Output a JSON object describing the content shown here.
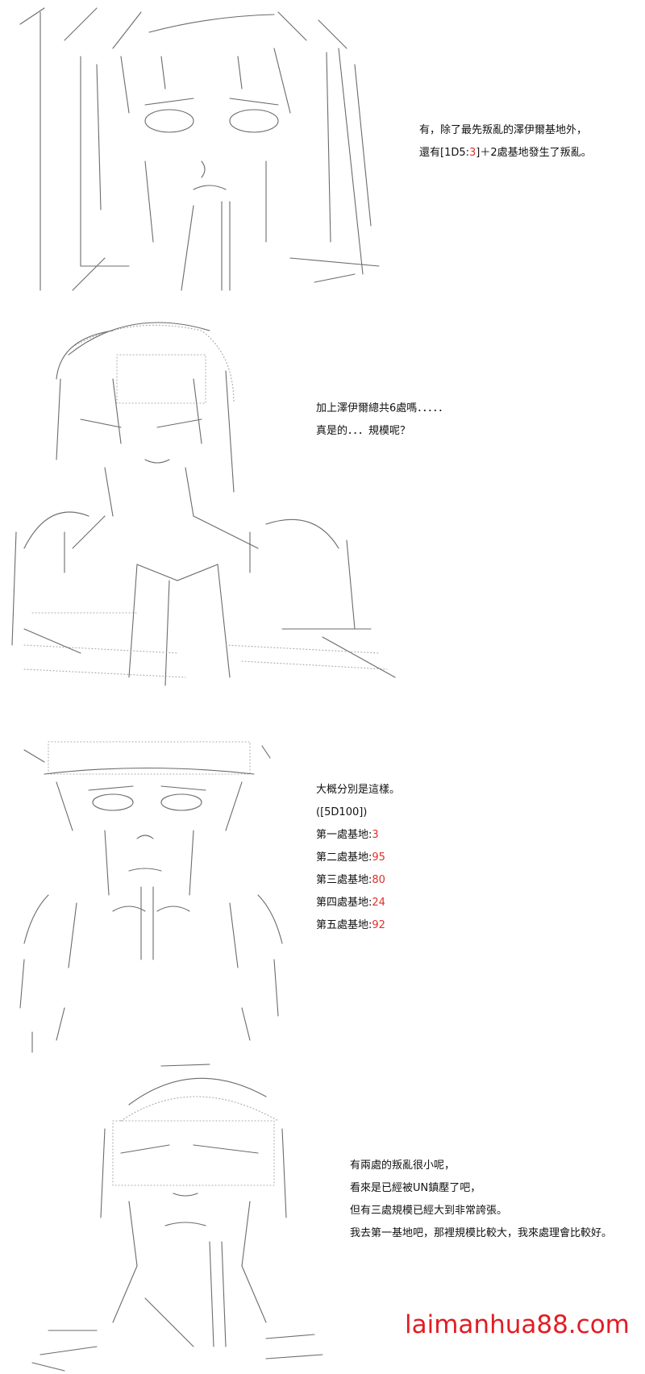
{
  "panel1": {
    "lines": [
      {
        "pre": "有，除了最先叛亂的澤伊爾基地外，"
      },
      {
        "pre": "還有[1D5:",
        "red": "3",
        "post": "]＋2處基地發生了叛亂。"
      }
    ]
  },
  "panel2": {
    "lines": [
      {
        "pre": "加上澤伊爾總共6處嗎．．．．．"
      },
      {
        "pre": "真是的．．．規模呢？"
      }
    ]
  },
  "panel3": {
    "lines": [
      {
        "pre": "大概分別是這樣。"
      },
      {
        "pre": "([5D100])"
      },
      {
        "pre": "第一處基地:",
        "red": "3"
      },
      {
        "pre": "第二處基地:",
        "red": "95"
      },
      {
        "pre": "第三處基地:",
        "red": "80"
      },
      {
        "pre": "第四處基地:",
        "red": "24"
      },
      {
        "pre": "第五處基地:",
        "red": "92"
      }
    ]
  },
  "panel4": {
    "lines": [
      {
        "pre": "有兩處的叛亂很小呢，"
      },
      {
        "pre": "看來是已經被UN鎮壓了吧，"
      },
      {
        "pre": "但有三處規模已經大到非常誇張。"
      },
      {
        "pre": "我去第一基地吧，那裡規模比較大，我來處理會比較好。"
      }
    ]
  },
  "watermark": "laimanhua88.com"
}
